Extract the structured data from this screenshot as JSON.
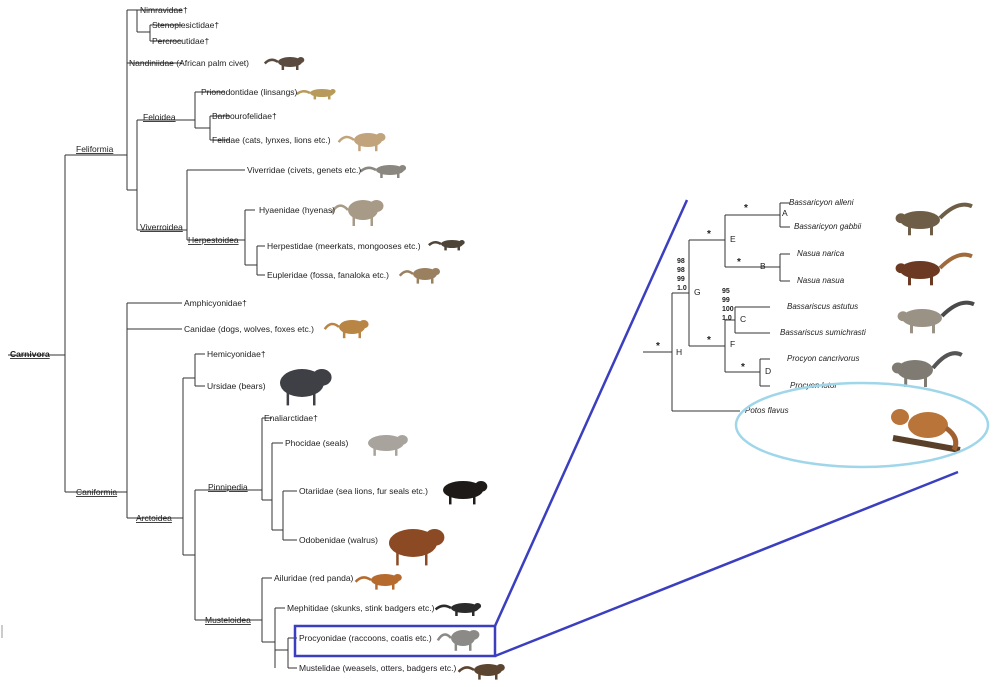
{
  "colors": {
    "branch": "#333333",
    "highlight_box": "#3b3fbf",
    "zoom_lines": "#3b3fbf",
    "potos_ellipse": "#9fd6ea",
    "label_text": "#222222"
  },
  "main_tree": {
    "root": "Carnivora",
    "suborders": [
      "Feliformia",
      "Caniformia"
    ],
    "clades": [
      "Feloidea",
      "Viverroidea",
      "Herpestoidea",
      "Arctoidea",
      "Pinnipedia",
      "Musteloidea"
    ],
    "families": [
      {
        "label": "Nimravidae†",
        "icon": "nimravid"
      },
      {
        "label": "Stenoplesictidae†",
        "icon": ""
      },
      {
        "label": "Percrocutidae†",
        "icon": ""
      },
      {
        "label": "Nandiniidae (African palm civet)",
        "icon": "palm-civet-icon"
      },
      {
        "label": "Prionodontidae (linsangs)",
        "icon": "linsang-icon"
      },
      {
        "label": "Barbourofelidae†",
        "icon": ""
      },
      {
        "label": "Felidae (cats, lynxes, lions etc.)",
        "icon": "cat-icon"
      },
      {
        "label": "Viverridae (civets, genets etc.)",
        "icon": "civet-icon"
      },
      {
        "label": "Hyaenidae (hyenas)",
        "icon": "hyena-icon"
      },
      {
        "label": "Herpestidae (meerkats, mongooses etc.)",
        "icon": "mongoose-icon"
      },
      {
        "label": "Eupleridae (fossa, fanaloka etc.)",
        "icon": "fossa-icon"
      },
      {
        "label": "Amphicyonidae†",
        "icon": ""
      },
      {
        "label": "Canidae (dogs, wolves, foxes etc.)",
        "icon": "dog-icon"
      },
      {
        "label": "Hemicyonidae†",
        "icon": ""
      },
      {
        "label": "Ursidae (bears)",
        "icon": "bear-icon"
      },
      {
        "label": "Enaliarctidae†",
        "icon": ""
      },
      {
        "label": "Phocidae (seals)",
        "icon": "seal-icon"
      },
      {
        "label": "Otariidae (sea lions, fur seals etc.)",
        "icon": "sea-lion-icon"
      },
      {
        "label": "Odobenidae (walrus)",
        "icon": "walrus-icon"
      },
      {
        "label": "Ailuridae (red panda)",
        "icon": "red-panda-icon"
      },
      {
        "label": "Mephitidae (skunks, stink badgers etc.)",
        "icon": "skunk-icon"
      },
      {
        "label": "Procyonidae (raccoons, coatis etc.)",
        "icon": "raccoon-icon"
      },
      {
        "label": "Mustelidae (weasels, otters, badgers etc.)",
        "icon": "weasel-icon"
      }
    ]
  },
  "inset_tree": {
    "species": [
      "Bassaricyon alleni",
      "Bassaricyon gabbii",
      "Nasua narica",
      "Nasua nasua",
      "Bassariscus astutus",
      "Bassariscus sumichrasti",
      "Procyon cancrivorus",
      "Procyon lotor",
      "Potos flavus"
    ],
    "node_letters": [
      "A",
      "B",
      "C",
      "D",
      "E",
      "F",
      "G",
      "H"
    ],
    "support_G": [
      "98",
      "98",
      "99",
      "1.0"
    ],
    "support_F": [
      "95",
      "99",
      "100",
      "1.0"
    ],
    "star": "*"
  }
}
